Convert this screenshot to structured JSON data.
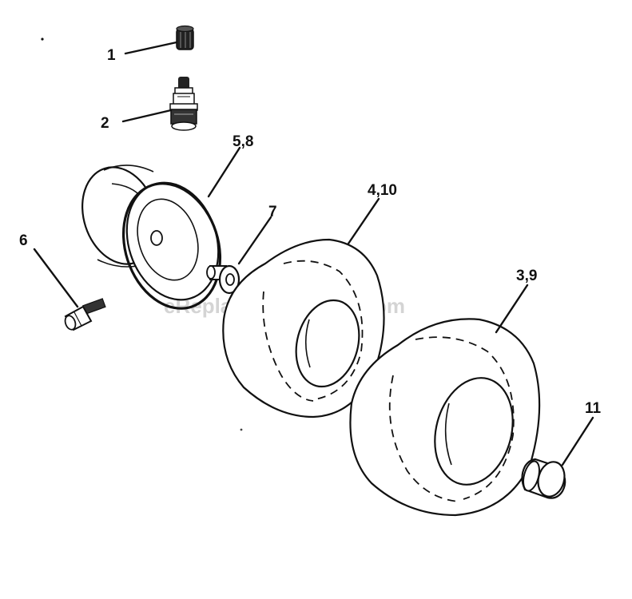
{
  "callouts": {
    "c1": "1",
    "c2": "2",
    "c58": "5,8",
    "c6": "6",
    "c7": "7",
    "c410": "4,10",
    "c39": "3,9",
    "c11": "11"
  },
  "watermark": "eReplacementParts.com"
}
